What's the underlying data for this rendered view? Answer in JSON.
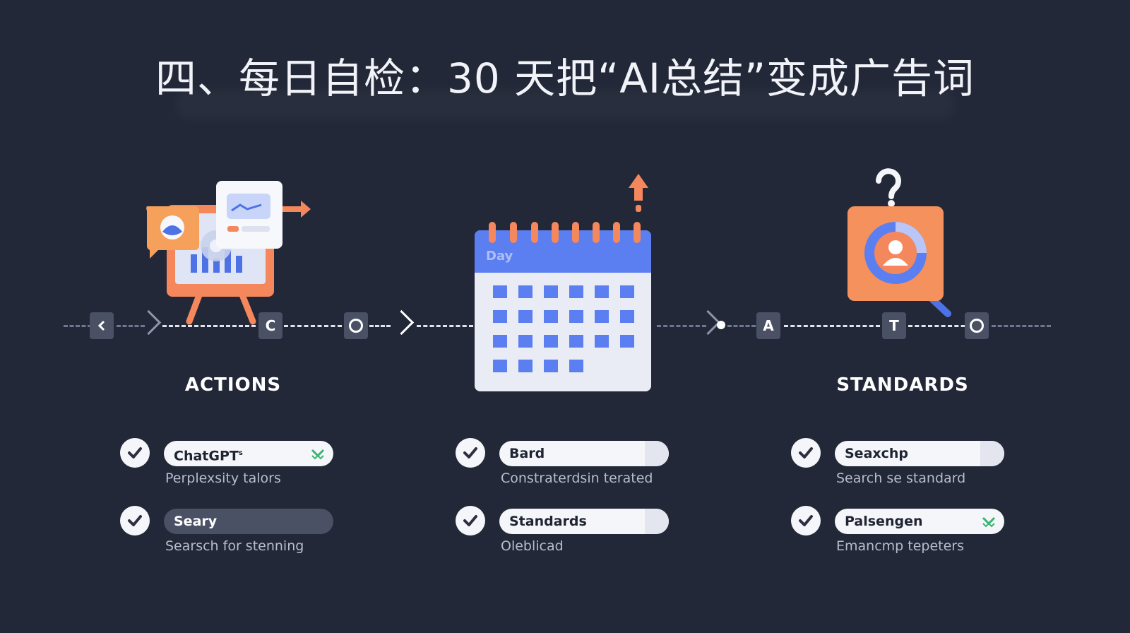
{
  "title": "四、每日自检：30 天把“AI总结”变成广告词",
  "timeline": {
    "nodes": [
      "C",
      "A",
      "T"
    ]
  },
  "calendar": {
    "label": "Day"
  },
  "sections": [
    {
      "heading": "ACTIONS",
      "items": [
        {
          "label": "ChatGPT",
          "sup": "s",
          "sub": "Perplexsity talors"
        },
        {
          "label": "Seary",
          "sub": "Searsch for stenning"
        }
      ]
    },
    {
      "heading": "",
      "items": [
        {
          "label": "Bard",
          "sub": "Constraterdsin terated"
        },
        {
          "label": "Standards",
          "sub": "Oleblicad"
        }
      ]
    },
    {
      "heading": "STANDARDS",
      "items": [
        {
          "label": "Seaxchp",
          "sub": "Search se standard"
        },
        {
          "label": "Palsengen",
          "sub": "Emancmp tepeters"
        }
      ]
    }
  ],
  "colors": {
    "background": "#232838",
    "accent_orange": "#f5875c",
    "accent_blue": "#5b7ff0",
    "check_green": "#3cb371"
  }
}
